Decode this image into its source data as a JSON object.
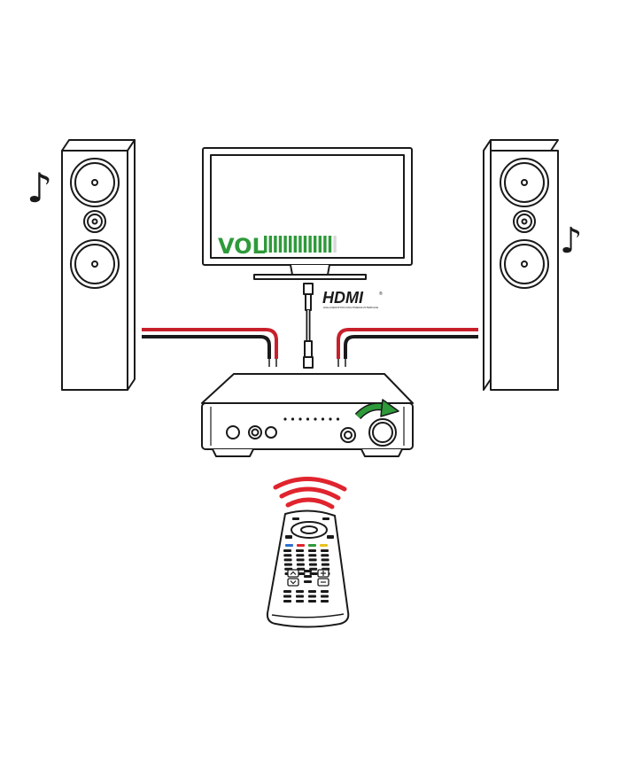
{
  "tv": {
    "vol_label": "VOL",
    "vol_level": 0.94,
    "vol_bar_count": 15,
    "vol_color": "#2e9a3a"
  },
  "hdmi": {
    "logo_text": "HDMI",
    "tagline": "HIGH-DEFINITION MULTIMEDIA INTERFACE",
    "trademark": "®"
  },
  "notes": {
    "left": "♪",
    "right": "♪"
  },
  "colors": {
    "outline": "#1a1a1a",
    "wire_red": "#c8202b",
    "wire_black": "#1a1a1a",
    "signal_red": "#e0242e",
    "knob_arrow": "#2e9a3a",
    "remote_blue": "#2d6fd0",
    "remote_red": "#e0242e",
    "remote_green": "#2e9a3a",
    "remote_yellow": "#e8c21f"
  }
}
